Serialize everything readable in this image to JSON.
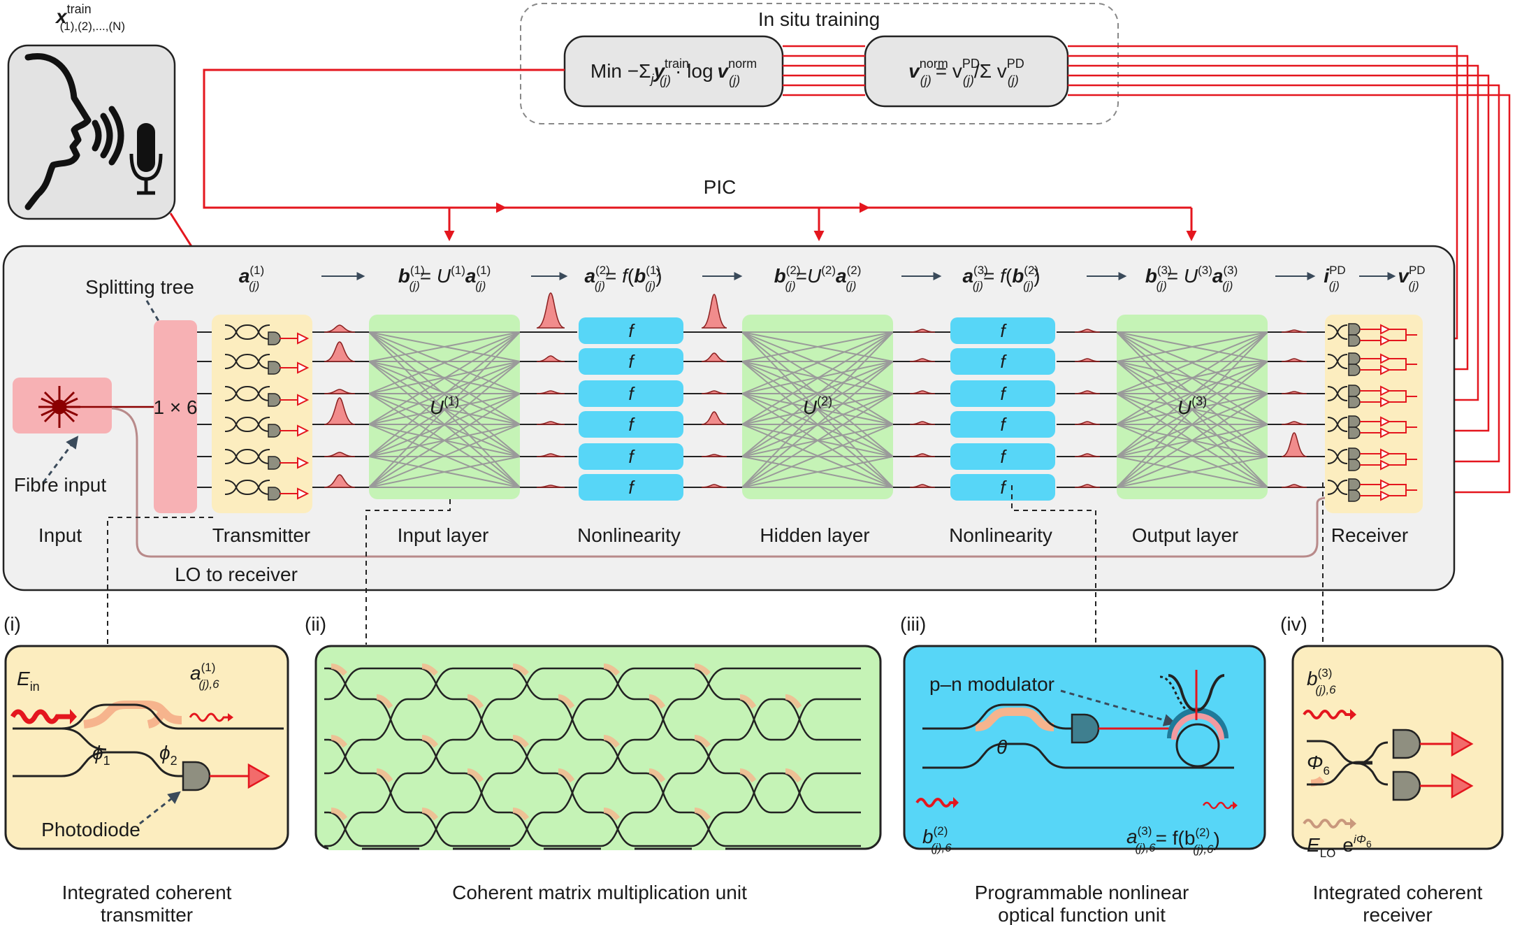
{
  "input_symbol": {
    "base": "x",
    "sup": "train",
    "sub": "(1),(2),...,(N)"
  },
  "training": {
    "title": "In situ training",
    "loss_label": "Min −Σ",
    "loss_mid": "y",
    "loss_sup": "train",
    "loss_sub": "(j)",
    "loss_log": "· log",
    "loss_v": "v",
    "loss_v_sup": "norm",
    "loss_v_sub": "(j)",
    "norm_lhs": "v",
    "norm_lhs_sup": "norm",
    "norm_lhs_sub": "(j)",
    "norm_eq": "= v",
    "norm_rhs_sup": "PD",
    "norm_rhs_sub": "(j)",
    "norm_div": "/Σ v",
    "norm_div_sup": "PD",
    "norm_div_sub": "(j)"
  },
  "pic_label": "PIC",
  "top_formulas": [
    "a(j)(1)",
    "b(j)(1) = U(1)a(j)(1)",
    "a(j)(2) = f(b(j)(1))",
    "b(j)(2) =U(2)a(j)(2)",
    "a(j)(3) = f(b(j)(2))",
    "b(j)(3) = U(3)a(j)(3)",
    "i(j)PD",
    "v(j)PD"
  ],
  "labels": {
    "splitting_tree": "Splitting tree",
    "fibre_input": "Fibre input",
    "splitter": "1 × 6",
    "u1": "U(1)",
    "u2": "U(2)",
    "u3": "U(3)",
    "f": "f",
    "lo_to_receiver": "LO to receiver"
  },
  "stages": [
    "Input",
    "Transmitter",
    "Input layer",
    "Nonlinearity",
    "Hidden layer",
    "Nonlinearity",
    "Output layer",
    "Receiver"
  ],
  "panels": {
    "i": {
      "tag": "(i)",
      "e_in": "E",
      "e_in_sub": "in",
      "a_label": "a",
      "a_sup": "(1)",
      "a_sub": "(j),6",
      "phi1": "ϕ",
      "phi1_sub": "1",
      "phi2": "ϕ",
      "phi2_sub": "2",
      "photodiode": "Photodiode",
      "caption": [
        "Integrated coherent",
        "transmitter"
      ]
    },
    "ii": {
      "tag": "(ii)",
      "caption": [
        "Coherent matrix multiplication unit"
      ]
    },
    "iii": {
      "tag": "(iii)",
      "modulator": "p–n modulator",
      "theta": "θ",
      "b_label": "b",
      "b_sup": "(2)",
      "b_sub": "(j),6",
      "a_label": "a",
      "a_sup": "(3)",
      "a_sub": "(j),6",
      "a_eq": "= f(b",
      "a_eq_sup": "(2)",
      "a_eq_sub": "(j),6",
      "a_eq_end": ")",
      "caption": [
        "Programmable nonlinear",
        "optical function unit"
      ]
    },
    "iv": {
      "tag": "(iv)",
      "b_label": "b",
      "b_sup": "(3)",
      "b_sub": "(j),6",
      "phi": "Φ",
      "phi_sub": "6",
      "elo": "E",
      "elo_sub": "LO",
      "elo_exp": "e",
      "elo_exp_sup": "iΦ",
      "elo_exp_sub": "6",
      "caption": [
        "Integrated coherent",
        "receiver"
      ]
    }
  },
  "colors": {
    "red": "#e4161e",
    "transmitter_bg": "#fcedbf",
    "mesh_bg": "#c5f3b6",
    "nonlin_bg": "#57d6f7",
    "splitter_bg": "#f7b1b4",
    "pic_bg": "#f0f0f0",
    "pulse": "#f18c8c"
  },
  "icons": [
    "speaker-head-icon",
    "microphone-icon",
    "laser-star-icon",
    "photodiode-icon",
    "ring-resonator-icon"
  ]
}
